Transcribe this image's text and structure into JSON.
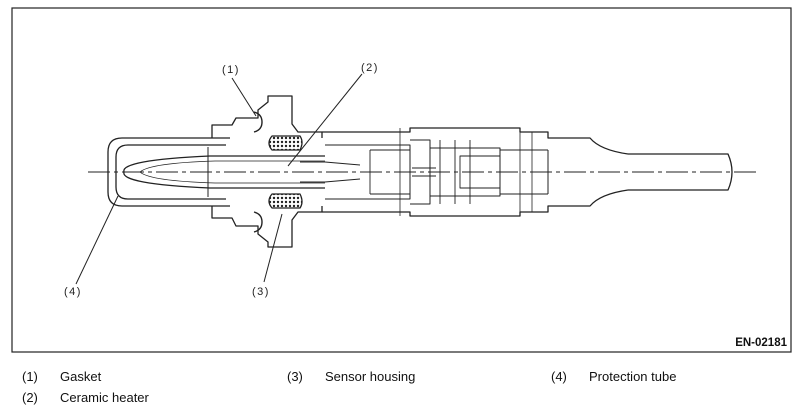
{
  "figure": {
    "id": "EN-02181"
  },
  "callouts": [
    {
      "number": "(1)"
    },
    {
      "number": "(2)"
    },
    {
      "number": "(3)"
    },
    {
      "number": "(4)"
    }
  ],
  "legend": [
    {
      "number": "(1)",
      "label": "Gasket"
    },
    {
      "number": "(2)",
      "label": "Ceramic heater"
    },
    {
      "number": "(3)",
      "label": "Sensor housing"
    },
    {
      "number": "(4)",
      "label": "Protection tube"
    }
  ]
}
